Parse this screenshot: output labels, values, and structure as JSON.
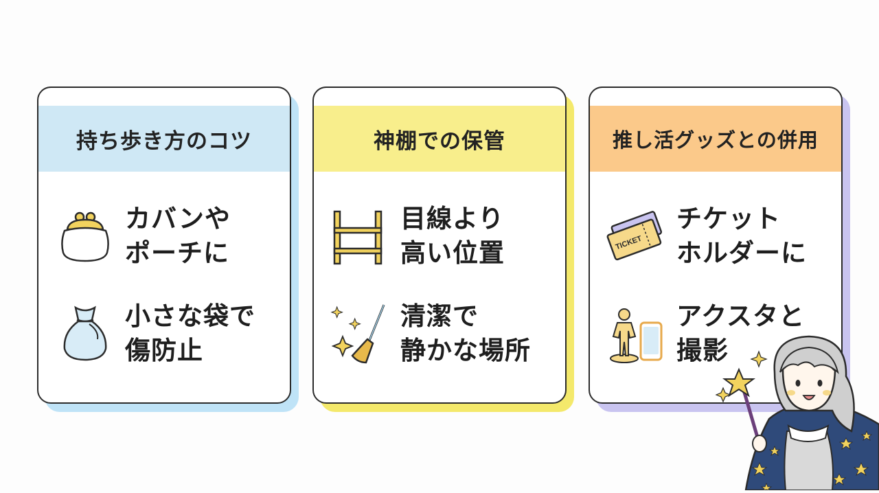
{
  "cards": [
    {
      "title": "持ち歩き方のコツ",
      "header_color": "#cfe8f5",
      "shadow_color": "#bfe3f7",
      "items": [
        {
          "icon": "coin-purse-icon",
          "line1": "カバンや",
          "line2": "ポーチに"
        },
        {
          "icon": "drawstring-pouch-icon",
          "line1": "小さな袋で",
          "line2": "傷防止"
        }
      ]
    },
    {
      "title": "神棚での保管",
      "header_color": "#f8ee8c",
      "shadow_color": "#f4e96b",
      "items": [
        {
          "icon": "shelf-icon",
          "line1": "目線より",
          "line2": "高い位置"
        },
        {
          "icon": "broom-sparkle-icon",
          "line1": "清潔で",
          "line2": "静かな場所"
        }
      ]
    },
    {
      "title": "推し活グッズとの併用",
      "header_color": "#fbc98a",
      "shadow_color": "#c9c4f0",
      "items": [
        {
          "icon": "ticket-icon",
          "line1": "チケット",
          "line2": "ホルダーに"
        },
        {
          "icon": "acrylic-stand-phone-icon",
          "line1": "アクスタと",
          "line2": "撮影"
        }
      ]
    }
  ],
  "ticket_label": "TICKET"
}
